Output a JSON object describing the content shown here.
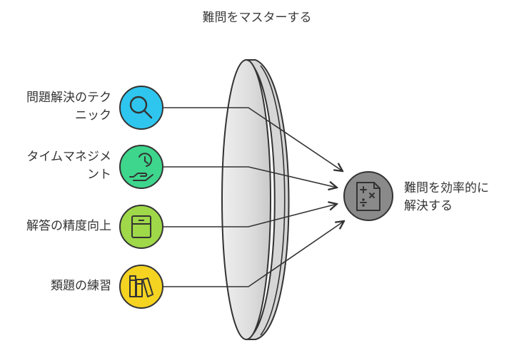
{
  "title": "難問をマスターする",
  "inputs": [
    {
      "line1": "問題解決のテク",
      "line2": "ニック",
      "icon": "magnifier-icon",
      "color": "#2ec6ee"
    },
    {
      "line1": "タイムマネジメ",
      "line2": "ント",
      "icon": "clock-hand-icon",
      "color": "#3dd68c"
    },
    {
      "line1": "解答の精度向上",
      "line2": "",
      "icon": "cabinet-icon",
      "color": "#9fd848"
    },
    {
      "line1": "類題の練習",
      "line2": "",
      "icon": "books-icon",
      "color": "#f4d321"
    }
  ],
  "output": {
    "line1": "難問を効率的に",
    "line2": "解決する",
    "icon": "math-document-icon",
    "color": "#8a8a8a"
  },
  "lens": {
    "color": "#dcdcdc"
  }
}
